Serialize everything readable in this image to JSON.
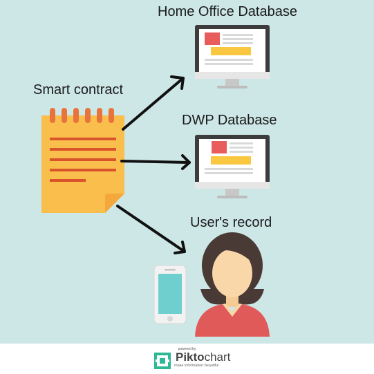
{
  "labels": {
    "home_office": "Home Office Database",
    "dwp": "DWP Database",
    "smart_contract": "Smart contract",
    "users_record": "User's record"
  },
  "footer": {
    "powered_by": "powered by",
    "brand_part1": "Pikto",
    "brand_part2": "chart",
    "tagline": "make information beautiful"
  },
  "colors": {
    "background": "#cde6e6",
    "notepad": "#f9be4c",
    "notepad_rings": "#e8743b",
    "notepad_lines": "#d9532b",
    "monitor_frame": "#3c3c3c",
    "monitor_red_block": "#e85c5c",
    "monitor_yellow_block": "#f9c740",
    "phone_screen": "#6fcfcf",
    "hair": "#4a3a36",
    "skin": "#f9d7a8",
    "shirt": "#e15a5a",
    "brand_green": "#2eb895"
  }
}
